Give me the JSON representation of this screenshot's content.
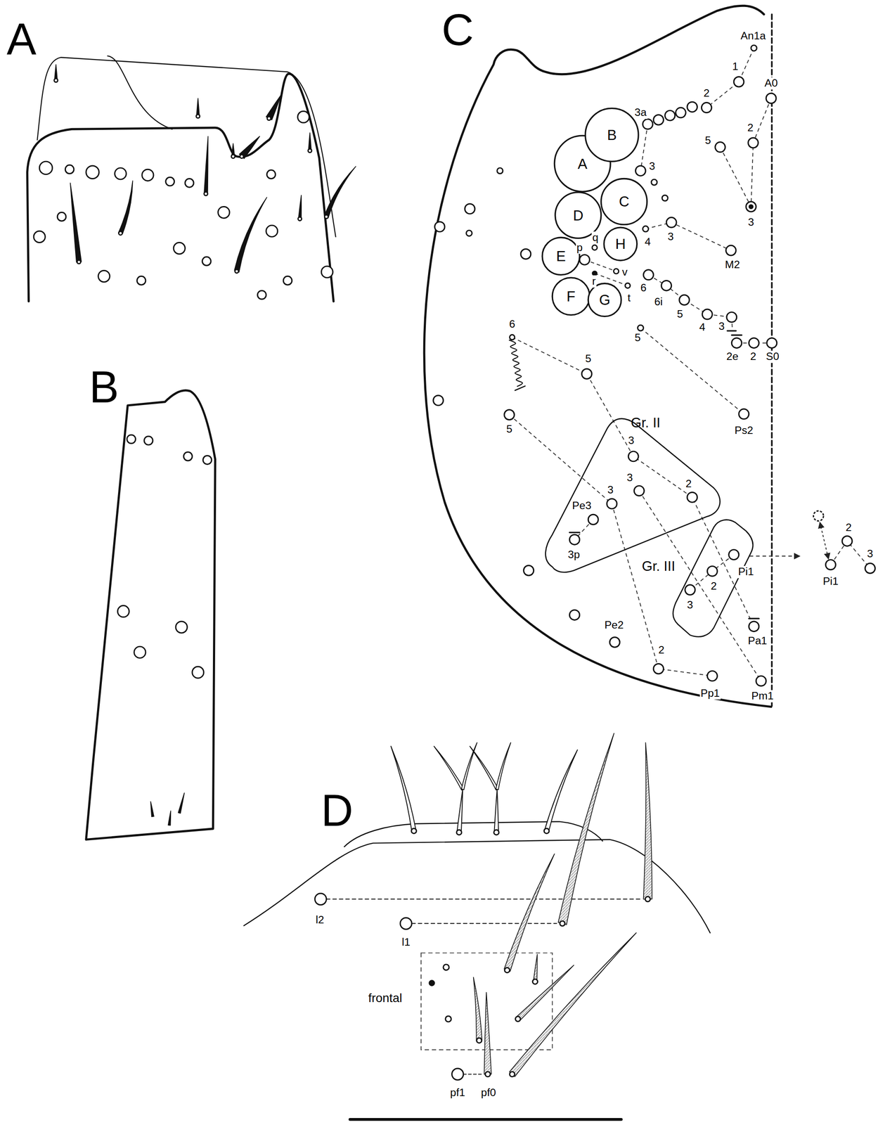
{
  "diagram": {
    "nodes": [
      {
        "text": [
          "A"
        ]
      },
      {
        "text": [
          "B"
        ]
      },
      {
        "text": [
          "C"
        ]
      },
      {
        "text": [
          "D"
        ]
      },
      {
        "text": [
          "H"
        ]
      },
      {
        "text": [
          "E"
        ]
      },
      {
        "text": [
          "F"
        ]
      },
      {
        "text": [
          "G"
        ]
      },
      {
        "text": [
          "Gr. II"
        ]
      },
      {
        "text": [
          "Gr. III"
        ]
      },
      {
        "text": [
          "frontal"
        ]
      }
    ],
    "labels": [
      "A",
      "B",
      "C",
      "D",
      "An1a",
      "1",
      "2",
      "3a",
      "A0",
      "2",
      "5",
      "3",
      "3",
      "3",
      "4",
      "M2",
      "p",
      "q",
      "v",
      "r",
      "t",
      "6",
      "6i",
      "5",
      "4",
      "3",
      "2e",
      "2",
      "S0",
      "5",
      "Ps2",
      "6",
      "5",
      "5",
      "3",
      "3",
      "2",
      "3",
      "Pe3",
      "3p",
      "Pi1",
      "2",
      "3",
      "Pa1",
      "Pe2",
      "2",
      "Pp1",
      "Pm1",
      "Pi1",
      "2",
      "3",
      "l2",
      "l1",
      "pf1",
      "pf0"
    ]
  }
}
